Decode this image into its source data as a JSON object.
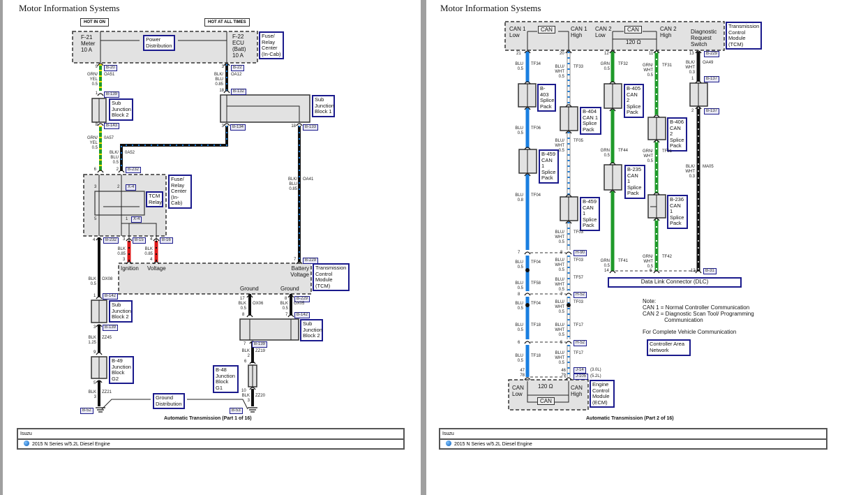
{
  "header": {
    "left_title": "Motor Information Systems",
    "right_title": "Motor Information Systems"
  },
  "p1": {
    "hot_in_on": "HOT IN ON",
    "hot_at_all_times": "HOT AT ALL TIMES",
    "f21": "F-21\nMeter\n10 A",
    "f22": "F-22\nECU\n(Batt)\n10 A",
    "power_dist": "Power\nDistribution",
    "frc1": "Fuse/\nRelay\nCenter\n(In-Cab)",
    "c_b20": "B-20",
    "p9": "9",
    "w_oa51": "GRN/\nYEL\n0.5",
    "oa51": "OA51",
    "c_b139a": "B-139",
    "p1a": "1",
    "sjb2a": "Sub\nJunction\nBlock 2",
    "c_b143": "B-143",
    "p8a": "8",
    "w_oa57": "GRN/\nYEL\n0.5",
    "oa57": "0A57",
    "c_b22": "B-22",
    "p3a": "3",
    "w_oa12": "BLK/\nBLU\n0.85",
    "oa12": "OA12",
    "c_b132": "B-132",
    "p18a": "18",
    "sjb1": "Sub\nJunction\nBlock 1",
    "c_b134": "B-134",
    "p3b": "3",
    "c_b133": "B-133",
    "p18b": "18",
    "w_oa52": "BLK/\nBLU\n0.5",
    "oa52": "0A52",
    "w_oa41": "BLK/\nBLU\n0.85",
    "oa41": "OA41",
    "p6": "6",
    "p2": "2",
    "c_b232a": "B-232",
    "frc2": "Fuse/\nRelay\nCenter\n(In-Cab)",
    "tcm_relay": "TCM\nRelay",
    "c_x4a": "X-4",
    "c_x4b": "X-4",
    "p3c": "3",
    "p2b": "2",
    "p5": "5",
    "p1b": "1",
    "c_b232b": "B-232",
    "p4a": "4",
    "c_b15": "B-15",
    "p3d": "3",
    "c_b16": "B-16",
    "p4b": "4",
    "w_red1": "BLK\n0.85",
    "w_red2": "BLK\n0.85",
    "p3e": "3",
    "p4c": "4",
    "c_b229a": "B-229",
    "p7": "7",
    "ignition": "Ignition",
    "voltage": "Voltage",
    "battery_voltage": "Battery\nVoltage",
    "ground1": "Ground",
    "ground2": "Ground",
    "tcm": "Transmission\nControl\nModule\n(TCM)",
    "w_ox08": "BLK\n0.5",
    "ox08": "OX08",
    "c_b142a": "B-142",
    "p1c": "1",
    "sjb2b": "Sub\nJunction\nBlock 2",
    "c_b139b": "B-139",
    "p3f": "3",
    "w_zz45": "BLK\n1.25",
    "zz45": "ZZ45",
    "p9b": "9",
    "jbg2": "B-49\nJunction\nBlock G2",
    "p5b": "5",
    "w_zz21": "BLK\n3",
    "zz21": "ZZ21",
    "c_b52": "B-52",
    "ground_dist": "Ground\nDistribution",
    "p17": "17",
    "w_ox06": "BLK\n0.5",
    "ox06": "OX06",
    "p8b": "8",
    "c_b229b": "B-229",
    "w_ox05": "BLK\n0.5",
    "ox05": "OX05",
    "p8c": "8",
    "p7b": "7",
    "c_b142b": "B-142",
    "sjb2c": "Sub\nJunction\nBlock 2",
    "p7c": "7",
    "c_b139c": "B-139",
    "w_zz19": "BLK\n2",
    "zz19": "ZZ19",
    "p6b": "6",
    "jbg1": "B-48\nJunction\nBlock G1",
    "p10": "10",
    "w_zz20": "BLK\n3",
    "zz20": "ZZ20",
    "c_b53": "B-53",
    "caption": "Automatic Transmission (Part 1 of 16)",
    "footer_make": "Isuzu",
    "footer_model": "2015 N Series w/5.2L Diesel Engine"
  },
  "p2": {
    "can1_low": "CAN 1\nLow",
    "can_a": "CAN",
    "can1_high": "CAN 1\nHigh",
    "can2_low": "CAN 2\nLow",
    "can_b": "CAN",
    "r120a": "120 Ω",
    "can2_high": "CAN 2\nHigh",
    "diag": "Diagnostic\nRequest\nSwitch",
    "tcm": "Transmission\nControl\nModule\n(TCM)",
    "p21": "21",
    "p20": "20",
    "p12": "12",
    "p11": "11",
    "p13": "13",
    "c_b229": "B-229",
    "w_tf34": "BLU\n0.5",
    "tf34": "TF34",
    "w_tf33": "BLU/\nWHT\n0.5",
    "tf33": "TF33",
    "w_tf32": "GRN\n0.5",
    "tf32": "TF32",
    "w_tf31": "GRN/\nWHT\n0.5",
    "tf31": "TF31",
    "w_oa49": "BLK/\nWHT\n0.3",
    "oa49": "OA49",
    "c_b137a": "B-137",
    "c_b137b": "B-137",
    "p1a": "1",
    "p2a": "2",
    "b403": "B-403\nSplice\nPack",
    "b404": "B-404\nCAN 1\nSplice\nPack",
    "b405": "B-405\nCAN 2\nSplice\nPack",
    "b406": "B-406\nCAN 2\nSplice\nPack",
    "b459a": "B-459\nCAN 1\nSplice\nPack",
    "b235": "B-235\nCAN 1\nSplice\nPack",
    "b459b": "B-459\nCAN 1\nSplice\nPack",
    "b236": "B-236\nCAN 1\nSplice\nPack",
    "w_tf06": "BLU\n0.5",
    "tf06": "TF06",
    "w_tf05": "BLU/\nWHT\n0.5",
    "tf05": "TF05",
    "w_tf44": "GRN\n0.5",
    "tf44": "TF44",
    "w_tf31b": "GRN/\nWHT\n0.5",
    "tf31b": "TF31",
    "w_ma05": "BLK/\nWHT\n0.3",
    "ma05": "MA05",
    "w_tf04a": "BLU\n0.8",
    "tf04a": "TF04",
    "w_tf03a": "BLU/\nWHT\n0.5",
    "tf03a": "TF03",
    "w_tf41": "GRN\n0.5",
    "tf41": "TF41",
    "w_tf42": "GRN/\nWHT\n0.5",
    "tf42": "TF42",
    "p7": "7",
    "p8": "8",
    "c_h90": "H-90",
    "w_tf04b": "BLU\n0.5",
    "tf04b": "TF04",
    "w_tf03b": "BLU/\nWHT\n0.5",
    "tf03b": "TF03",
    "w_tf58": "BLU\n0.5",
    "tf58": "TF58",
    "w_tf57": "BLU/\nWHT\n0.5",
    "tf57": "TF57",
    "p8b": "8",
    "p7b": "7",
    "c_h52a": "H-52",
    "w_tf04c": "BLU\n0.5",
    "tf04c": "TF04",
    "w_tf03c": "BLU/\nWHT\n0.5",
    "tf03c": "TF03",
    "w_tf18a": "BLU\n0.5",
    "tf18a": "TF18",
    "w_tf17a": "BLU/\nWHT\n0.5",
    "tf17a": "TF17",
    "p6": "6",
    "p5": "5",
    "c_h52b": "H-52",
    "w_tf18b": "BLU\n0.5",
    "tf18b": "TF18",
    "w_tf17b": "BLU/\nWHT\n0.5",
    "tf17b": "TF17",
    "p47": "47\n78",
    "p46": "46\n79",
    "c_j14": "J-14",
    "v30": "(3.0L)",
    "c_j105": "J-105",
    "v52": "(5.2L)",
    "ecm_can_low": "CAN\nLow",
    "r120b": "120 Ω",
    "ecm_can": "CAN",
    "ecm_can_high": "CAN\nHigh",
    "ecm": "Engine\nControl\nModule\n(ECM)",
    "p14": "14",
    "p6b": "6",
    "p12b": "12",
    "c_b31": "B-31",
    "dlc": "Data Link Connector (DLC)",
    "note": "Note:\nCAN 1 = Normal Controller Communication\nCAN 2 = Diagnostic Scan Tool/ Programming\n              Communication",
    "complete": "For Complete Vehicle Communication",
    "can_net": "Controller Area\nNetwork",
    "caption": "Automatic Transmission (Part 2 of 16)",
    "footer_make": "Isuzu",
    "footer_model": "2015 N Series w/5.2L Diesel Engine"
  },
  "colors": {
    "blu": "#1a7fe0",
    "grn": "#1f9a2a",
    "yel": "#f4e200",
    "red": "#e01818",
    "blk": "#111111",
    "tag_border": "#1a1a8c"
  }
}
